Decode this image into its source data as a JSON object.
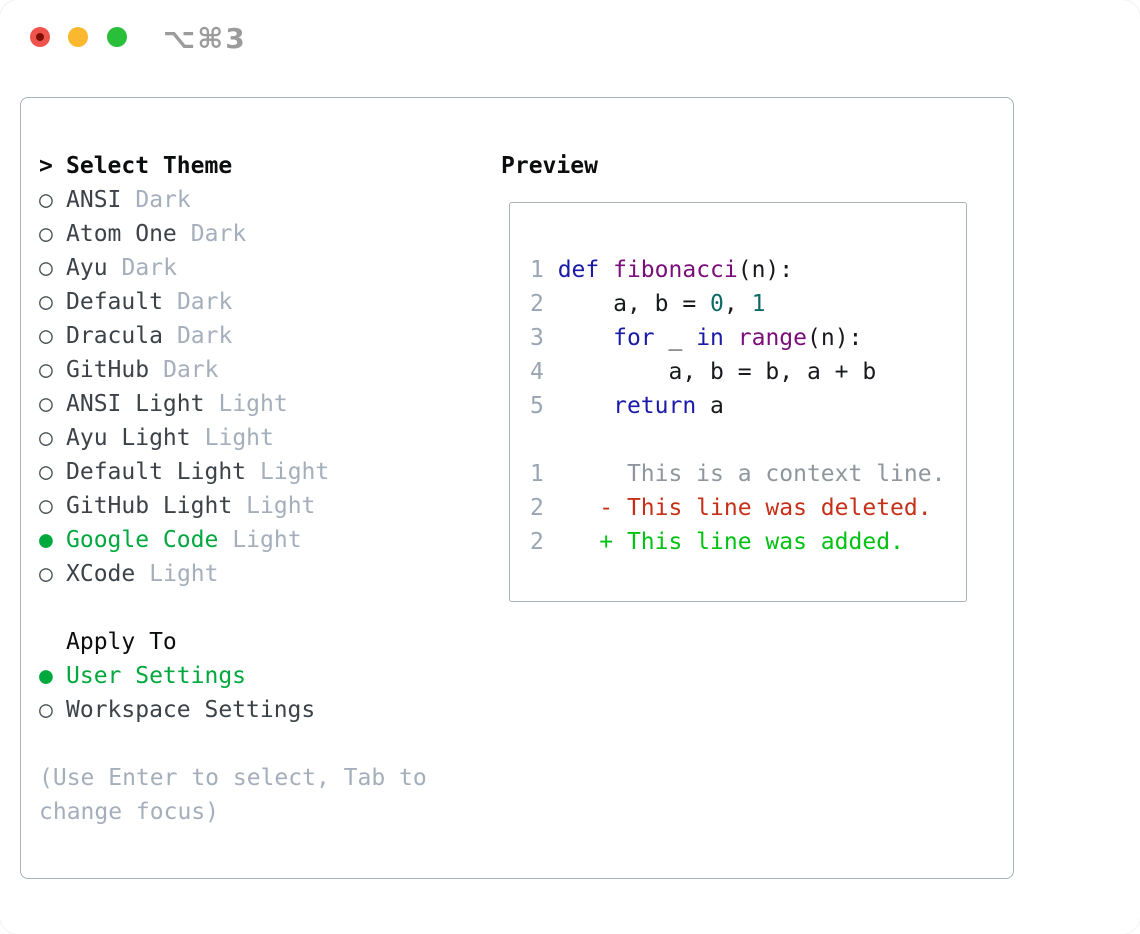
{
  "window": {
    "title": "⌥⌘3",
    "traffic_lights": [
      "close",
      "minimize",
      "zoom"
    ]
  },
  "theme_picker": {
    "title_prefix": ">",
    "title": "Select Theme",
    "items": [
      {
        "bullet": "○",
        "name": "ANSI",
        "variant": "Dark",
        "selected": false
      },
      {
        "bullet": "○",
        "name": "Atom One",
        "variant": "Dark",
        "selected": false
      },
      {
        "bullet": "○",
        "name": "Ayu",
        "variant": "Dark",
        "selected": false
      },
      {
        "bullet": "○",
        "name": "Default",
        "variant": "Dark",
        "selected": false
      },
      {
        "bullet": "○",
        "name": "Dracula",
        "variant": "Dark",
        "selected": false
      },
      {
        "bullet": "○",
        "name": "GitHub",
        "variant": "Dark",
        "selected": false
      },
      {
        "bullet": "○",
        "name": "ANSI Light",
        "variant": "Light",
        "selected": false
      },
      {
        "bullet": "○",
        "name": "Ayu Light",
        "variant": "Light",
        "selected": false
      },
      {
        "bullet": "○",
        "name": "Default Light",
        "variant": "Light",
        "selected": false
      },
      {
        "bullet": "○",
        "name": "GitHub Light",
        "variant": "Light",
        "selected": false
      },
      {
        "bullet": "●",
        "name": "Google Code",
        "variant": "Light",
        "selected": true
      },
      {
        "bullet": "○",
        "name": "XCode",
        "variant": "Light",
        "selected": false
      }
    ]
  },
  "apply_to": {
    "title": "Apply To",
    "options": [
      {
        "bullet": "●",
        "name": "User Settings",
        "selected": true
      },
      {
        "bullet": "○",
        "name": "Workspace Settings",
        "selected": false
      }
    ]
  },
  "help_text": "(Use Enter to select, Tab to change focus)",
  "preview": {
    "title": "Preview",
    "code_lines": [
      {
        "num": "1",
        "tokens": [
          {
            "text": "def",
            "style": "keyword"
          },
          {
            "text": " ",
            "style": "plain"
          },
          {
            "text": "fibonacci",
            "style": "function"
          },
          {
            "text": "(n):",
            "style": "plain"
          }
        ]
      },
      {
        "num": "2",
        "tokens": [
          {
            "text": "    a, b = ",
            "style": "plain"
          },
          {
            "text": "0",
            "style": "literal"
          },
          {
            "text": ", ",
            "style": "plain"
          },
          {
            "text": "1",
            "style": "literal"
          }
        ]
      },
      {
        "num": "3",
        "tokens": [
          {
            "text": "    ",
            "style": "plain"
          },
          {
            "text": "for",
            "style": "keyword"
          },
          {
            "text": " _ ",
            "style": "plain"
          },
          {
            "text": "in",
            "style": "keyword"
          },
          {
            "text": " ",
            "style": "plain"
          },
          {
            "text": "range",
            "style": "function"
          },
          {
            "text": "(n):",
            "style": "plain"
          }
        ]
      },
      {
        "num": "4",
        "tokens": [
          {
            "text": "        a, b = b, a + b",
            "style": "plain"
          }
        ]
      },
      {
        "num": "5",
        "tokens": [
          {
            "text": "    ",
            "style": "plain"
          },
          {
            "text": "return",
            "style": "keyword"
          },
          {
            "text": " a",
            "style": "plain"
          }
        ]
      }
    ],
    "diff_lines": [
      {
        "num": "1",
        "prefix": " ",
        "text": "This is a context line.",
        "kind": "context"
      },
      {
        "num": "2",
        "prefix": "-",
        "text": "This line was deleted.",
        "kind": "deleted"
      },
      {
        "num": "2",
        "prefix": "+",
        "text": "This line was added.",
        "kind": "added"
      }
    ]
  },
  "colors": {
    "selection_green": "#00a83e",
    "muted_gray": "#a5aebb",
    "panel_border": "#a9b0ba",
    "syntax_keyword": "#1a1aa8",
    "syntax_function": "#7a0d7a",
    "syntax_literal": "#0d6a66",
    "syntax_plain": "#17191c",
    "line_number": "#9aa5b4",
    "diff_context": "#8f969e",
    "diff_deleted": "#c63018",
    "diff_added": "#00c213",
    "traffic_red": "#f0534b",
    "traffic_yellow": "#f9b82d",
    "traffic_green": "#29bf3b",
    "title_gray": "#9b9b9b"
  }
}
